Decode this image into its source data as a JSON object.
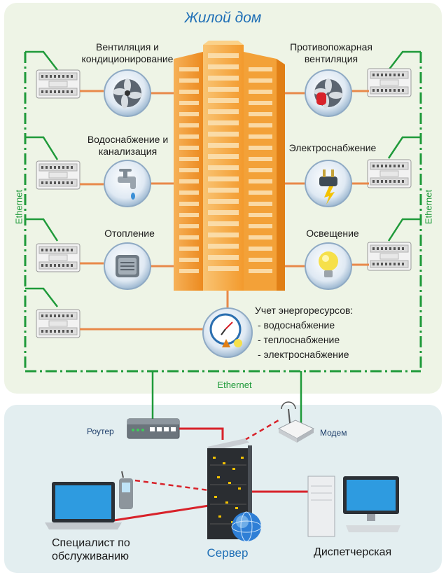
{
  "title": "Жилой дом",
  "systems": {
    "ventilation": "Вентиляция и кондиционирование",
    "fire_ventilation": "Противопожарная вентиляция",
    "water": "Водоснабжение и канализация",
    "power": "Электроснабжение",
    "heating": "Отопление",
    "lighting": "Освещение"
  },
  "metering": {
    "title": "Учет энергоресурсов:",
    "items": [
      "- водоснабжение",
      "- теплоснабжение",
      "- электроснабжение"
    ]
  },
  "network": {
    "ethernet_left": "Ethernet",
    "ethernet_right": "Ethernet",
    "ethernet_bottom": "Ethernet",
    "router": "Роутер",
    "modem": "Модем",
    "server": "Сервер",
    "specialist": "Специалист по обслуживанию",
    "dispatch": "Диспетчерская"
  },
  "colors": {
    "ethernet_line": "#1f9a3a",
    "link_orange": "#e8894a",
    "server_red": "#d8222a",
    "building": "#f4a340"
  },
  "icons": [
    "fan-icon",
    "fire-fan-icon",
    "faucet-icon",
    "plug-icon",
    "radiator-icon",
    "bulb-icon",
    "meter-icon",
    "controller-icon",
    "router-icon",
    "modem-icon",
    "server-icon",
    "globe-icon",
    "laptop-icon",
    "phone-icon",
    "desktop-icon"
  ]
}
